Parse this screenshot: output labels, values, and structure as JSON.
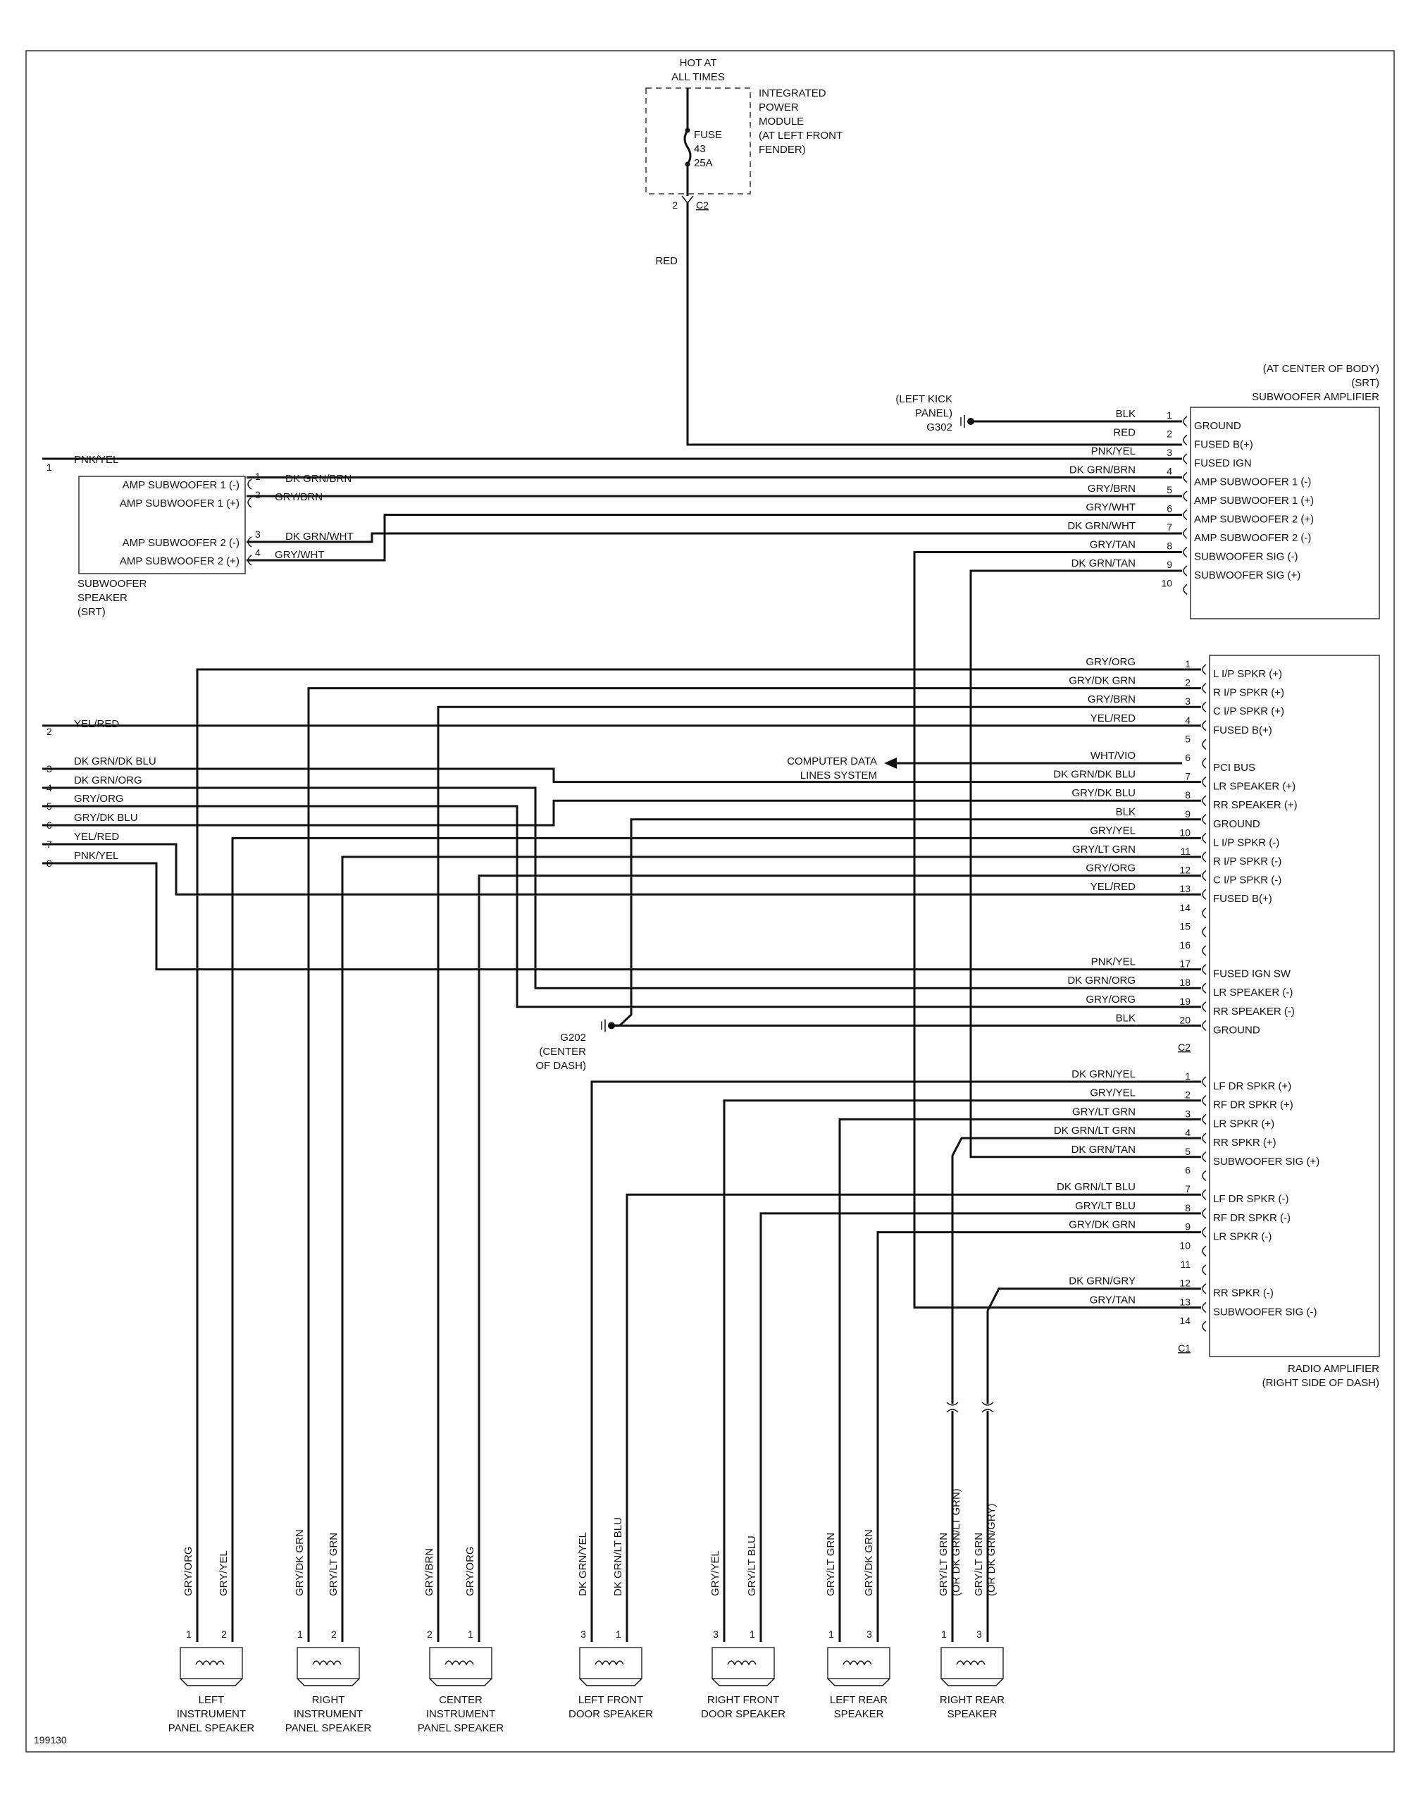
{
  "diagram_id": "199130",
  "power": {
    "hot": [
      "HOT AT",
      "ALL TIMES"
    ],
    "module": [
      "INTEGRATED",
      "POWER",
      "MODULE",
      "(AT LEFT FRONT",
      "FENDER)"
    ],
    "fuse": [
      "FUSE",
      "43",
      "25A"
    ],
    "pin": "2",
    "connector": "C2",
    "wire": "RED"
  },
  "subwoofer_amplifier": {
    "title": [
      "(AT CENTER OF BODY)",
      "(SRT)",
      "SUBWOOFER AMPLIFIER"
    ],
    "rows": [
      {
        "pin": "1",
        "color": "BLK",
        "func": "GROUND"
      },
      {
        "pin": "2",
        "color": "RED",
        "func": "FUSED B(+)"
      },
      {
        "pin": "3",
        "color": "PNK/YEL",
        "func": "FUSED IGN"
      },
      {
        "pin": "4",
        "color": "DK GRN/BRN",
        "func": "AMP SUBWOOFER 1 (-)"
      },
      {
        "pin": "5",
        "color": "GRY/BRN",
        "func": "AMP SUBWOOFER 1 (+)"
      },
      {
        "pin": "6",
        "color": "GRY/WHT",
        "func": "AMP SUBWOOFER 2 (+)"
      },
      {
        "pin": "7",
        "color": "DK GRN/WHT",
        "func": "AMP SUBWOOFER 2 (-)"
      },
      {
        "pin": "8",
        "color": "GRY/TAN",
        "func": "SUBWOOFER SIG (-)"
      },
      {
        "pin": "9",
        "color": "DK GRN/TAN",
        "func": "SUBWOOFER SIG (+)"
      },
      {
        "pin": "10",
        "color": "",
        "func": ""
      }
    ]
  },
  "ground_g302": {
    "label": [
      "(LEFT KICK",
      "PANEL)"
    ],
    "id": "G302"
  },
  "ground_g202": {
    "id": "G202",
    "label": [
      "(CENTER",
      "OF DASH)"
    ]
  },
  "subwoofer_speaker": {
    "label": [
      "SUBWOOFER",
      "SPEAKER",
      "(SRT)"
    ],
    "rows": [
      {
        "pin": "1",
        "color": "DK GRN/BRN",
        "func": "AMP SUBWOOFER 1 (-)"
      },
      {
        "pin": "2",
        "color": "GRY/BRN",
        "func": "AMP SUBWOOFER 1 (+)"
      },
      {
        "pin": "3",
        "color": "DK GRN/WHT",
        "func": "AMP SUBWOOFER 2 (-)"
      },
      {
        "pin": "4",
        "color": "GRY/WHT",
        "func": "AMP SUBWOOFER 2 (+)"
      }
    ]
  },
  "left_inputs": [
    {
      "num": "1",
      "color": "PNK/YEL"
    },
    {
      "num": "2",
      "color": "YEL/RED"
    },
    {
      "num": "3",
      "color": "DK GRN/DK BLU"
    },
    {
      "num": "4",
      "color": "DK GRN/ORG"
    },
    {
      "num": "5",
      "color": "GRY/ORG"
    },
    {
      "num": "6",
      "color": "GRY/DK BLU"
    },
    {
      "num": "7",
      "color": "YEL/RED"
    },
    {
      "num": "8",
      "color": "PNK/YEL"
    }
  ],
  "computer_data": [
    "COMPUTER DATA",
    "LINES SYSTEM"
  ],
  "radio_amplifier": {
    "title": [
      "RADIO AMPLIFIER",
      "(RIGHT SIDE OF DASH)"
    ],
    "c2_label": "C2",
    "c1_label": "C1",
    "c2": [
      {
        "pin": "1",
        "color": "GRY/ORG",
        "func": "L I/P SPKR (+)"
      },
      {
        "pin": "2",
        "color": "GRY/DK GRN",
        "func": "R I/P SPKR (+)"
      },
      {
        "pin": "3",
        "color": "GRY/BRN",
        "func": "C I/P SPKR (+)"
      },
      {
        "pin": "4",
        "color": "YEL/RED",
        "func": "FUSED B(+)"
      },
      {
        "pin": "5",
        "color": "",
        "func": ""
      },
      {
        "pin": "6",
        "color": "WHT/VIO",
        "func": "PCI BUS"
      },
      {
        "pin": "7",
        "color": "DK GRN/DK BLU",
        "func": "LR SPEAKER (+)"
      },
      {
        "pin": "8",
        "color": "GRY/DK BLU",
        "func": "RR SPEAKER (+)"
      },
      {
        "pin": "9",
        "color": "BLK",
        "func": "GROUND"
      },
      {
        "pin": "10",
        "color": "GRY/YEL",
        "func": "L I/P SPKR (-)"
      },
      {
        "pin": "11",
        "color": "GRY/LT GRN",
        "func": "R I/P SPKR (-)"
      },
      {
        "pin": "12",
        "color": "GRY/ORG",
        "func": "C I/P SPKR (-)"
      },
      {
        "pin": "13",
        "color": "YEL/RED",
        "func": "FUSED B(+)"
      },
      {
        "pin": "14",
        "color": "",
        "func": ""
      },
      {
        "pin": "15",
        "color": "",
        "func": ""
      },
      {
        "pin": "16",
        "color": "",
        "func": ""
      },
      {
        "pin": "17",
        "color": "PNK/YEL",
        "func": "FUSED IGN SW"
      },
      {
        "pin": "18",
        "color": "DK GRN/ORG",
        "func": "LR SPEAKER (-)"
      },
      {
        "pin": "19",
        "color": "GRY/ORG",
        "func": "RR SPEAKER (-)"
      },
      {
        "pin": "20",
        "color": "BLK",
        "func": "GROUND"
      }
    ],
    "c1": [
      {
        "pin": "1",
        "color": "DK GRN/YEL",
        "func": "LF DR SPKR (+)"
      },
      {
        "pin": "2",
        "color": "GRY/YEL",
        "func": "RF DR SPKR (+)"
      },
      {
        "pin": "3",
        "color": "GRY/LT GRN",
        "func": "LR SPKR (+)"
      },
      {
        "pin": "4",
        "color": "DK GRN/LT GRN",
        "func": "RR SPKR (+)"
      },
      {
        "pin": "5",
        "color": "DK GRN/TAN",
        "func": "SUBWOOFER SIG (+)"
      },
      {
        "pin": "6",
        "color": "",
        "func": ""
      },
      {
        "pin": "7",
        "color": "DK GRN/LT BLU",
        "func": "LF DR SPKR (-)"
      },
      {
        "pin": "8",
        "color": "GRY/LT BLU",
        "func": "RF DR SPKR (-)"
      },
      {
        "pin": "9",
        "color": "GRY/DK GRN",
        "func": "LR SPKR (-)"
      },
      {
        "pin": "10",
        "color": "",
        "func": ""
      },
      {
        "pin": "11",
        "color": "",
        "func": ""
      },
      {
        "pin": "12",
        "color": "DK GRN/GRY",
        "func": "RR SPKR (-)"
      },
      {
        "pin": "13",
        "color": "GRY/TAN",
        "func": "SUBWOOFER SIG (-)"
      },
      {
        "pin": "14",
        "color": "",
        "func": ""
      }
    ]
  },
  "speakers": [
    {
      "name": [
        "LEFT",
        "INSTRUMENT",
        "PANEL SPEAKER"
      ],
      "wires": [
        {
          "pin": "1",
          "color": "GRY/ORG"
        },
        {
          "pin": "2",
          "color": "GRY/YEL"
        }
      ]
    },
    {
      "name": [
        "RIGHT",
        "INSTRUMENT",
        "PANEL SPEAKER"
      ],
      "wires": [
        {
          "pin": "1",
          "color": "GRY/DK GRN"
        },
        {
          "pin": "2",
          "color": "GRY/LT GRN"
        }
      ]
    },
    {
      "name": [
        "CENTER",
        "INSTRUMENT",
        "PANEL SPEAKER"
      ],
      "wires": [
        {
          "pin": "2",
          "color": "GRY/BRN"
        },
        {
          "pin": "1",
          "color": "GRY/ORG"
        }
      ]
    },
    {
      "name": [
        "LEFT FRONT",
        "DOOR SPEAKER"
      ],
      "wires": [
        {
          "pin": "3",
          "color": "DK GRN/YEL"
        },
        {
          "pin": "1",
          "color": "DK GRN/LT BLU"
        }
      ]
    },
    {
      "name": [
        "RIGHT FRONT",
        "DOOR SPEAKER"
      ],
      "wires": [
        {
          "pin": "3",
          "color": "GRY/YEL"
        },
        {
          "pin": "1",
          "color": "GRY/LT BLU"
        }
      ]
    },
    {
      "name": [
        "LEFT REAR",
        "SPEAKER"
      ],
      "wires": [
        {
          "pin": "1",
          "color": "GRY/LT GRN"
        },
        {
          "pin": "3",
          "color": "GRY/DK GRN"
        }
      ]
    },
    {
      "name": [
        "RIGHT REAR",
        "SPEAKER"
      ],
      "wires": [
        {
          "pin": "1",
          "color": "GRY/LT GRN",
          "alt": "(OR DK GRN/LT GRN)"
        },
        {
          "pin": "3",
          "color": "GRY/LT GRN",
          "alt": "(OR DK GRN/GRY)"
        }
      ]
    }
  ]
}
